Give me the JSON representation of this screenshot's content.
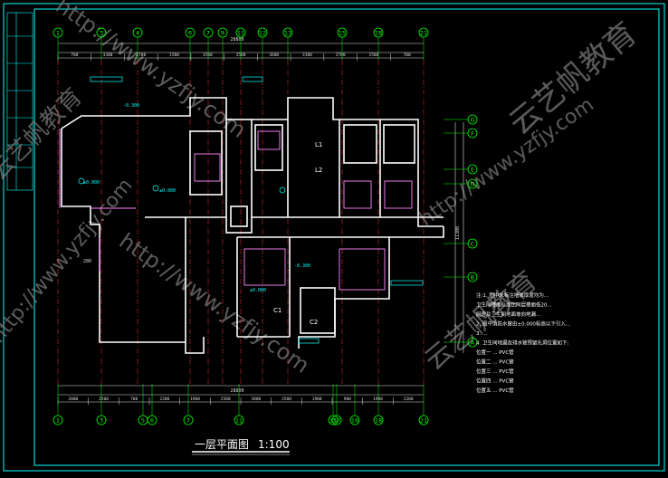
{
  "drawing": {
    "title": "一层平面图",
    "scale": "1:100",
    "watermark_cn": "云艺帆教育",
    "watermark_url": "http://www.yzfjy.com"
  },
  "grid": {
    "top_labels": [
      "1",
      "3",
      "4",
      "6",
      "7",
      "9",
      "11",
      "12",
      "13",
      "15",
      "18",
      "21"
    ],
    "bottom_labels": [
      "1",
      "3",
      "5",
      "6",
      "7",
      "11",
      "15",
      "16",
      "17",
      "18",
      "21"
    ],
    "right_labels": [
      "G",
      "F",
      "E",
      "D",
      "C",
      "B",
      "A"
    ]
  },
  "dimensions": {
    "top_total": "28800",
    "top_segments": [
      "700",
      "3300",
      "2700",
      "1500",
      "1500",
      "1500",
      "3600",
      "3300",
      "2700",
      "1500",
      "700"
    ],
    "bottom_total": "28800",
    "bottom_segments": [
      "2800",
      "2500",
      "700",
      "2200",
      "1900",
      "2500",
      "3800",
      "2500",
      "1900",
      "900",
      "1900",
      "2200"
    ],
    "left_note": "280",
    "right_total": "11300"
  },
  "rooms": {
    "r1": "L1",
    "r2": "L2",
    "r3": "C1",
    "r4": "C2"
  },
  "levels": {
    "l1": "±0.000",
    "l2": "±0.000",
    "l3": "-0.300",
    "l4": "±0.000",
    "l5": "-0.300"
  },
  "notes": {
    "lines": [
      "注:1. 图中未标注墙体厚度均为...",
      "   卫生间楼面标高比同层楼面低20...",
      "   厨房及卫生间地面坡向地漏...",
      "2. 图中消防水管由±0.000标高以下引入...",
      "3. ...",
      "4. 卫生间地漏及排水管预留孔洞位置如下:",
      "   位置一  ...  PVC管",
      "   位置二  ...  PVC管",
      "   位置三  ...  PVC管",
      "   位置四  ...  PVC管",
      "   位置五  ...  PVC管"
    ]
  },
  "colors": {
    "background": "#000000",
    "frame": "#00ffff",
    "grid_bubble": "#00ff00",
    "wall": "#ffffff",
    "partition": "#ff88ff",
    "axis": "#ff3333",
    "dimension": "#dddddd",
    "watermark": "#7a7a7a",
    "level_text": "#00ffff"
  }
}
